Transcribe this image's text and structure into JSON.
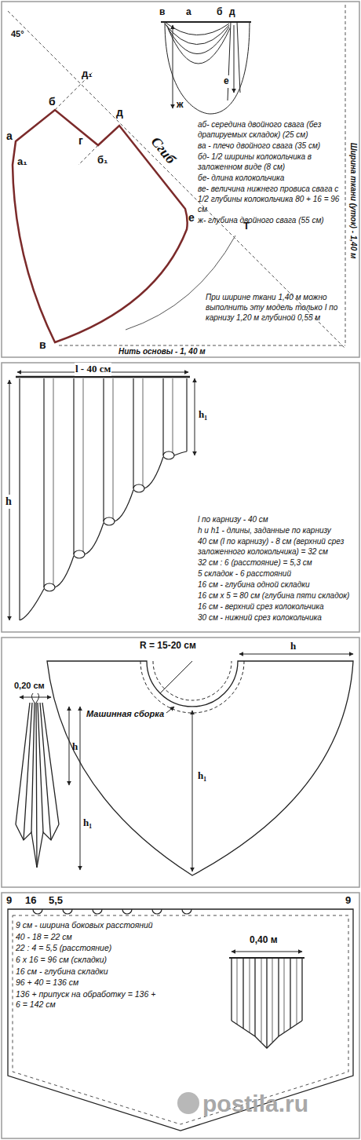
{
  "diagram": {
    "labels": [
      "45°",
      "д₁",
      "б",
      "д",
      "а",
      "а₁",
      "г",
      "б₁",
      "Сгиб",
      "е",
      "Т",
      "в",
      "в",
      "а",
      "б",
      "д",
      "ж",
      "е",
      "аб- середина двойного свага (без драпируемых складок) (25 см)",
      "ва - плечо двойного свага (35 см)",
      "бд- 1/2 ширины колокольчика в заложенном виде (8 см)",
      "бе- длина колокольчика",
      "ве- величина нижнего провиса свага с 1/2 глубины колокольчика 80 + 16 = 96 см",
      "ж- глубина двойного свага (55 см)",
      "Ширина ткани (уток) - 1,40 м",
      "При ширине ткани 1,40 м можно выполнить эту модель только I по карнизу 1,20 м глубиной 0,55 м",
      "Нить основы - 1, 40 м",
      "l - 40 см",
      "h₁",
      "h",
      "l по карнизу - 40 см",
      "h и h1 - длины, заданные по карнизу",
      "40 см (l по карнизу) - 8 см (верхний срез заложенного колокольчика) = 32 см",
      "32 см : 6 (расстояние) = 5,3 см",
      "5 складок - 6 расстояний",
      "16 см - глубина одной складки",
      "16 см х 5 = 80 см (глубина пяти складок)",
      "16 см - верхний срез колокольчика",
      "30 см - нижний срез колокольчика",
      "R = 15-20 см",
      "h",
      "0,20 см",
      "Машинная сборка",
      "h",
      "h₁",
      "h₁",
      "9",
      "16",
      "5,5",
      "9",
      "9 см - ширина боковых расстояний",
      "40 - 18 = 22 см",
      "22 : 4 = 5,5 (расстояние)",
      "6 х 16 = 96 см (складки)",
      "16 см - глубина складки",
      "96 + 40 = 136 см",
      "136 + припуск на обработку = 136 + 6 = 142 см",
      "0,40 м",
      "postila.ru"
    ]
  }
}
